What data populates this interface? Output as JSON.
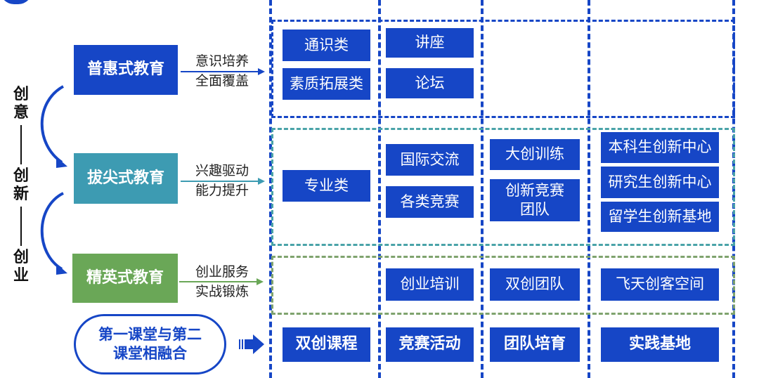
{
  "left_label": [
    "创",
    "意",
    "—",
    "创",
    "新",
    "—",
    "创",
    "业"
  ],
  "levels": [
    {
      "label": "普惠式教育",
      "desc1": "意识培养",
      "desc2": "全面覆盖",
      "color": "#1646c6"
    },
    {
      "label": "拔尖式教育",
      "desc1": "兴趣驱动",
      "desc2": "能力提升",
      "color": "#3d9bb2"
    },
    {
      "label": "精英式教育",
      "desc1": "创业服务",
      "desc2": "实战锻炼",
      "color": "#6aa757"
    }
  ],
  "row1": {
    "col1": [
      "通识类",
      "素质拓展类"
    ],
    "col2": [
      "讲座",
      "论坛"
    ]
  },
  "row2": {
    "col1": [
      "专业类"
    ],
    "col2": [
      "国际交流",
      "各类竞赛"
    ],
    "col3": [
      "大创训练",
      "创新竞赛团队"
    ],
    "col4": [
      "本科生创新中心",
      "研究生创新中心",
      "留学生创新基地"
    ]
  },
  "row3": {
    "col2": [
      "创业培训"
    ],
    "col3": [
      "双创团队"
    ],
    "col4": [
      "飞天创客空间"
    ]
  },
  "integration": {
    "label": "第一课堂与第二课堂相融合",
    "items": [
      "双创课程",
      "竞赛活动",
      "团队培育",
      "实践基地"
    ]
  }
}
